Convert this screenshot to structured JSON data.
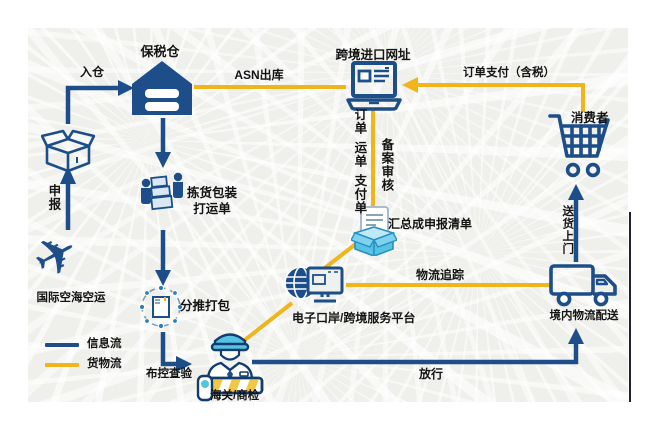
{
  "colors": {
    "flow_blue": "#1d4e89",
    "flow_yellow": "#f0b41c",
    "accent_light_blue": "#56c3e4",
    "label_text": "#141414"
  },
  "legend": {
    "info_flow": "信息流",
    "goods_flow": "货物流"
  },
  "nodes": {
    "bonded_warehouse": "保税仓",
    "import_website": "跨境进口网址",
    "consumer": "消费者",
    "intl_shipping": "国际空海空运",
    "picking_line1": "拣货包装",
    "picking_line2": "打运单",
    "sorting": "分推打包",
    "customs": "海关/商检",
    "platform": "电子口岸/跨境服务平台",
    "summary_list": "汇总成申报清单",
    "domestic_delivery": "境内物流配送"
  },
  "edges": {
    "declare": "申报",
    "inbound": "入仓",
    "asn_outbound": "ASN出库",
    "order_payment": "订单支付（含税）",
    "doc_order": "订单",
    "doc_waybill": "运单",
    "doc_payment": "支付单",
    "record_review": "备案审核",
    "logistics_tracking": "物流追踪",
    "home_delivery": "送货上门",
    "inspection": "布控查验",
    "release": "放行"
  }
}
